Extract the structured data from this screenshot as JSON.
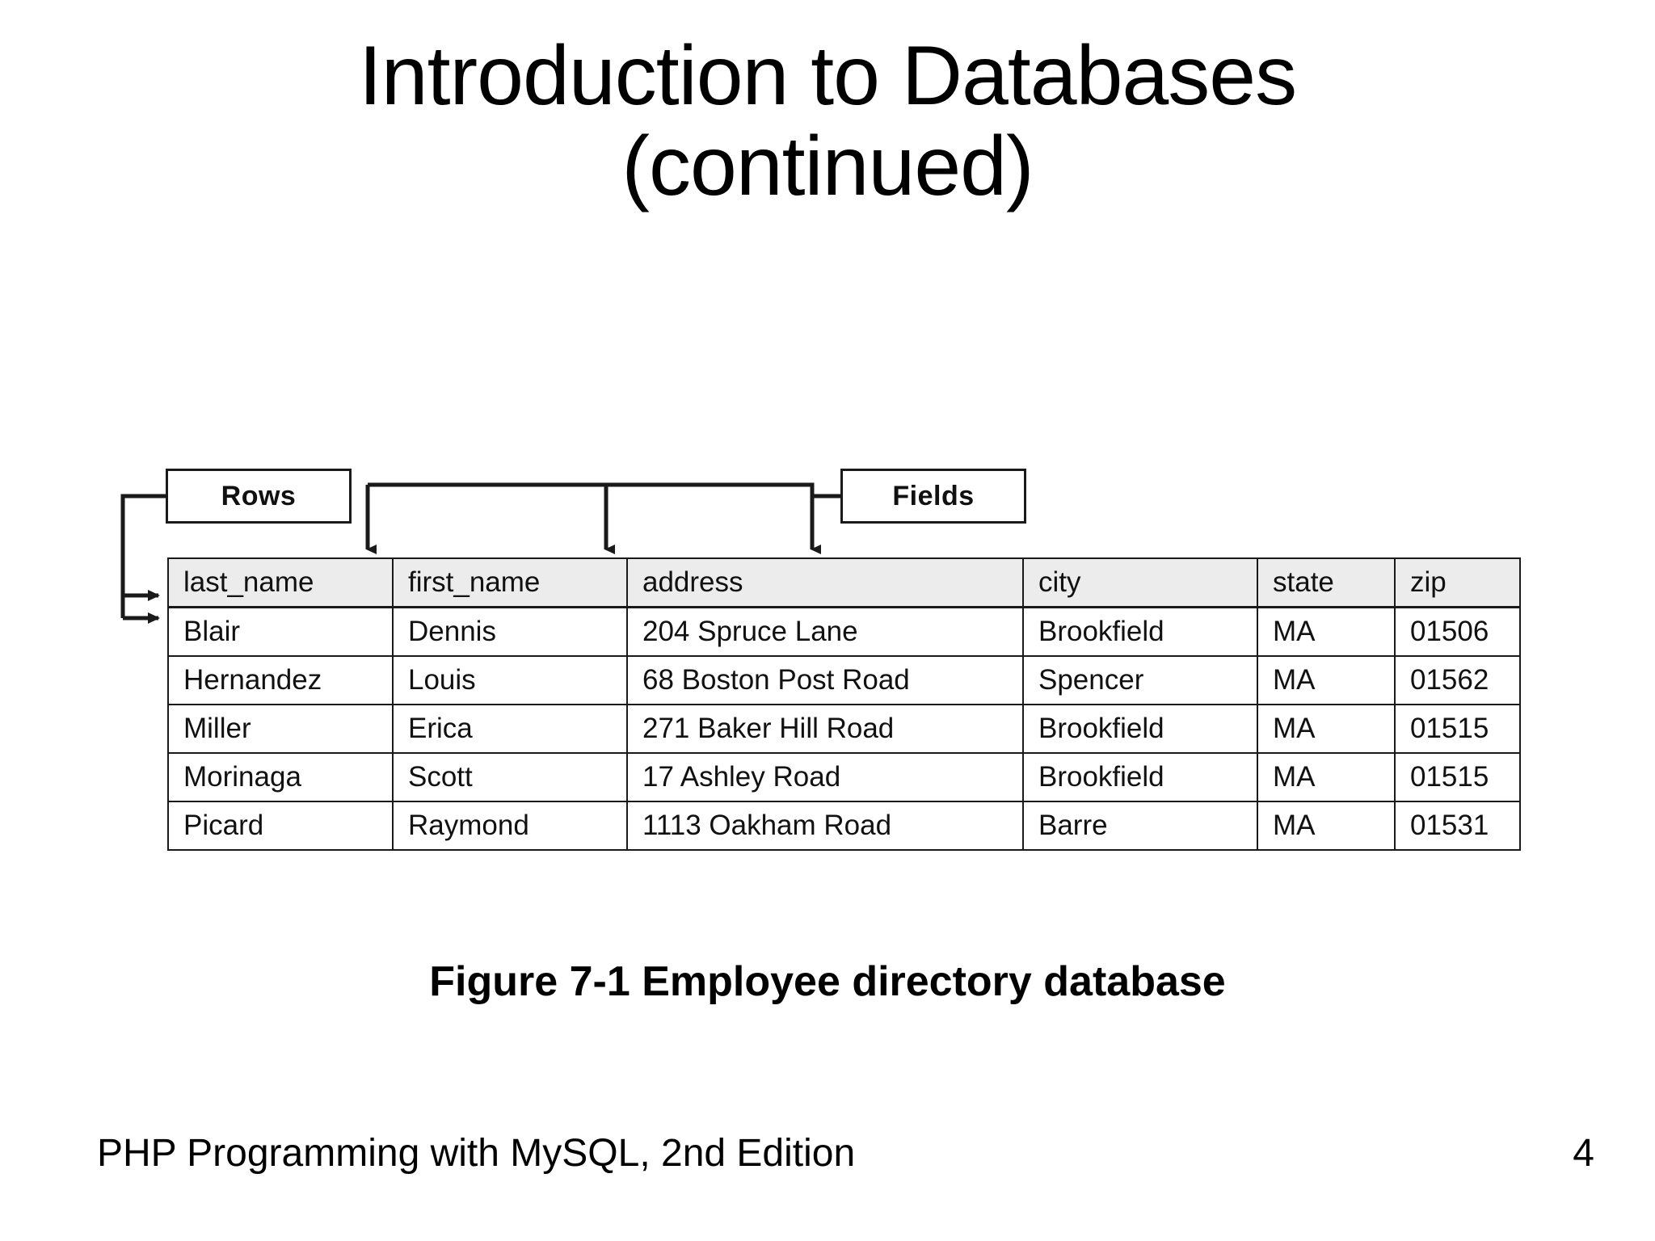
{
  "slide": {
    "title": "Introduction to Databases\n(continued)",
    "caption": "Figure 7-1 Employee directory database",
    "footer_text": "PHP Programming with MySQL, 2nd Edition",
    "page_number": "4"
  },
  "figure": {
    "callouts": {
      "rows_label": "Rows",
      "fields_label": "Fields"
    },
    "table": {
      "headers": [
        "last_name",
        "first_name",
        "address",
        "city",
        "state",
        "zip"
      ],
      "rows": [
        [
          "Blair",
          "Dennis",
          "204 Spruce Lane",
          "Brookfield",
          "MA",
          "01506"
        ],
        [
          "Hernandez",
          "Louis",
          "68 Boston Post Road",
          "Spencer",
          "MA",
          "01562"
        ],
        [
          "Miller",
          "Erica",
          "271 Baker Hill Road",
          "Brookfield",
          "MA",
          "01515"
        ],
        [
          "Morinaga",
          "Scott",
          "17 Ashley Road",
          "Brookfield",
          "MA",
          "01515"
        ],
        [
          "Picard",
          "Raymond",
          "1113 Oakham Road",
          "Barre",
          "MA",
          "01531"
        ]
      ]
    },
    "colors": {
      "header_background": "#ececec",
      "line": "#1a1a1a",
      "text": "#111111",
      "page_background": "#ffffff"
    }
  }
}
